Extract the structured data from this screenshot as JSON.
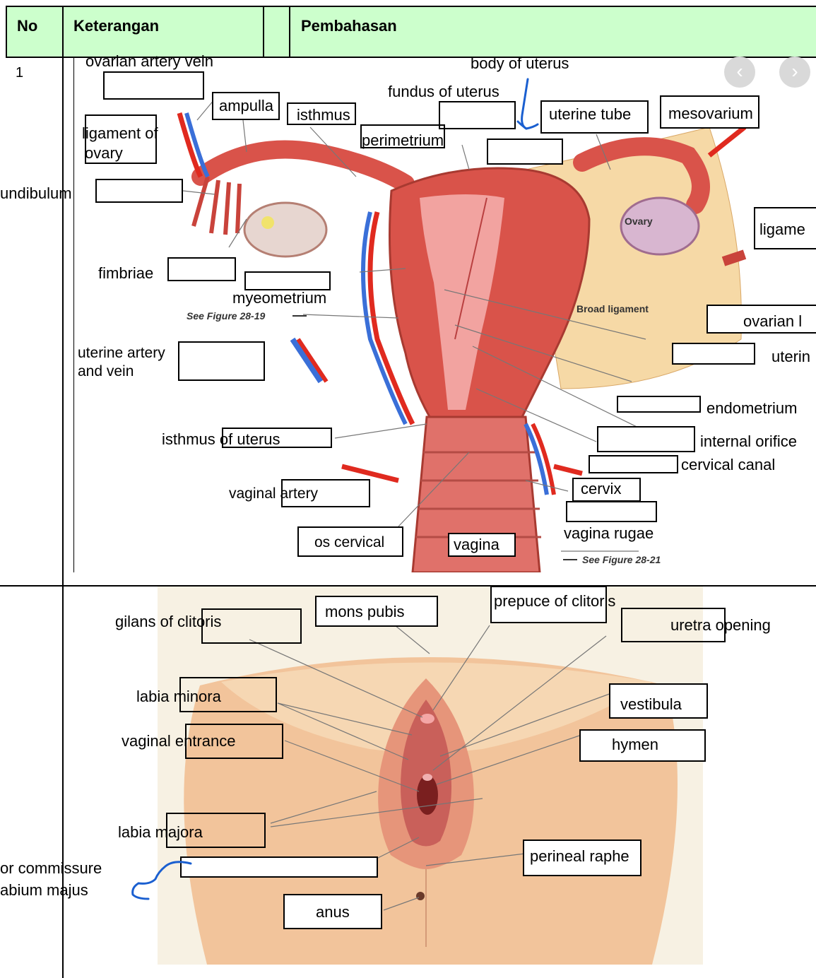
{
  "header": {
    "col_no": "No",
    "col_keterangan": "Keterangan",
    "col_pembahasan": "Pembahasan"
  },
  "rows": [
    {
      "number": "1"
    }
  ],
  "figure1": {
    "in_image_labels": {
      "ovary": "Ovary",
      "broad_ligament": "Broad ligament",
      "see_fig_top": "See Figure 28-19",
      "see_fig_bottom": "See Figure 28-21"
    },
    "labels": {
      "ovarian_artery_vein": "ovarian artery vein",
      "body_of_uterus": "body of uterus",
      "ampulla": "ampulla",
      "isthmus": "isthmus",
      "fundus_of_uterus": "fundus of uterus",
      "uterine_tube": "uterine tube",
      "mesovarium": "mesovarium",
      "ligament_of_ovary_1": "ligament of",
      "ligament_of_ovary_2": "ovary",
      "perimetrium": "perimetrium",
      "infundibulum": "undibulum",
      "ligament_right": "ligame",
      "fimbriae": "fimbriae",
      "myeometrium": "myeometrium",
      "ovarian_right": "ovarian l",
      "uterine_artery_1": "uterine artery",
      "uterine_artery_2": "and vein",
      "uterine_right": "uterin",
      "endometrium": "endometrium",
      "isthmus_of_uterus": "isthmus of uterus",
      "internal_orifice": "internal orifice",
      "cervical_canal": "cervical canal",
      "vaginal_artery": "vaginal artery",
      "cervix": "cervix",
      "os_cervical": "os cervical",
      "vagina": "vagina",
      "vagina_rugae": "vagina rugae"
    }
  },
  "figure2": {
    "labels": {
      "gilans_of_clitoris": "gilans of clitoris",
      "mons_pubis": "mons pubis",
      "prepuce_of_clitoris": "prepuce of clitoris",
      "uretra_opening": "uretra opening",
      "labia_minora": "labia minora",
      "vestibula": "vestibula",
      "vaginal_entrance": "vaginal entrance",
      "hymen": "hymen",
      "labia_majora": "labia majora",
      "perineal_raphe": "perineal raphe",
      "commissure_1": "or commissure",
      "commissure_2": "abium majus",
      "anus": "anus"
    }
  },
  "colors": {
    "header_bg": "#ccffcc",
    "tissue": "#d9534a",
    "artery": "#e02a1f",
    "vein": "#3a6fd8",
    "skin": "#f2c49b",
    "ink": "#1a5fd0"
  }
}
